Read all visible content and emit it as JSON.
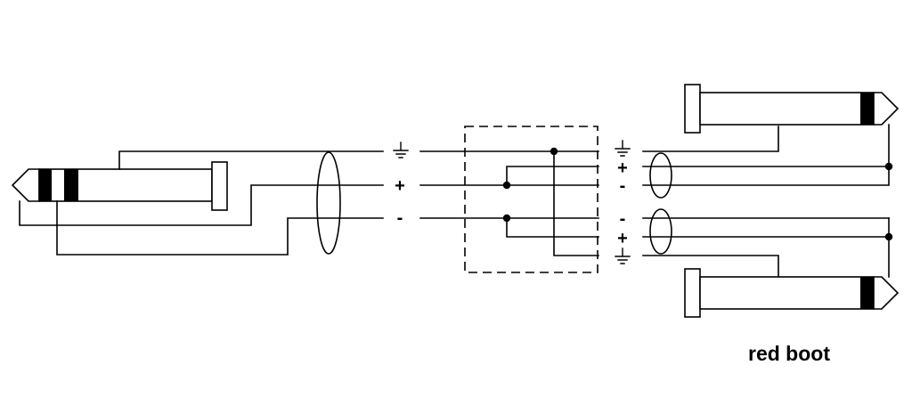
{
  "caption": "red boot",
  "signals": {
    "left_ground_symbol": "ground-symbol",
    "left_plus": "+",
    "left_minus": "-",
    "upper_ground_symbol": "ground-symbol",
    "upper_plus": "+",
    "upper_minus": "-",
    "lower_minus": "-",
    "lower_plus": "+",
    "lower_ground_symbol": "ground-symbol"
  },
  "colors": {
    "line": "#000000",
    "background": "#ffffff"
  }
}
